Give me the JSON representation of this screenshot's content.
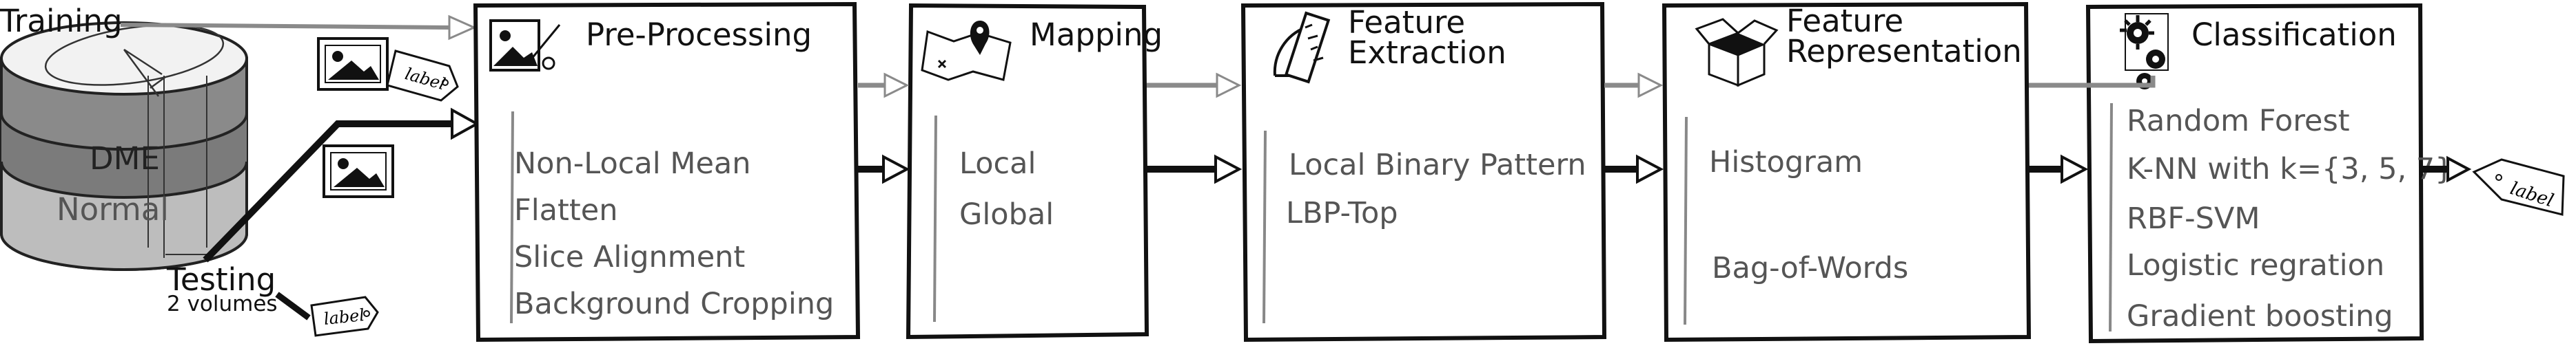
{
  "left": {
    "training_label": "Training",
    "testing_label": "Testing",
    "testing_sub": "2 volumes",
    "dataset": {
      "top_class": "DME",
      "bottom_class": "Normal"
    },
    "tag_text": "label"
  },
  "stages": [
    {
      "title": [
        "Pre-Processing"
      ],
      "items": [
        "Non-Local Mean",
        "Flatten",
        "Slice Alignment",
        "Background Cropping"
      ],
      "icon": "image-icon"
    },
    {
      "title": [
        "Mapping"
      ],
      "items": [
        "Local",
        "Global"
      ],
      "icon": "map-pin-icon"
    },
    {
      "title": [
        "Feature",
        "Extraction"
      ],
      "items": [
        "Local Binary Pattern",
        "LBP-Top"
      ],
      "icon": "ruler-protractor-icon"
    },
    {
      "title": [
        "Feature",
        "Representation"
      ],
      "items": [
        "Histogram",
        "Bag-of-Words"
      ],
      "icon": "open-box-icon"
    },
    {
      "title": [
        "Classification"
      ],
      "items": [
        "Random Forest",
        "K-NN with k={3, 5, 7}",
        "RBF-SVM",
        "Logistic regration",
        "Gradient boosting"
      ],
      "icon": "gears-icon"
    }
  ],
  "output_tag_text": "label",
  "colors": {
    "training_flow": "#8a8a8a",
    "testing_flow": "#111111",
    "box_border": "#111111",
    "item_text": "#555555",
    "dme_band": "#7b7b7b",
    "normal_band": "#bdbdbd",
    "cylinder_top": "#f2f2f2"
  }
}
